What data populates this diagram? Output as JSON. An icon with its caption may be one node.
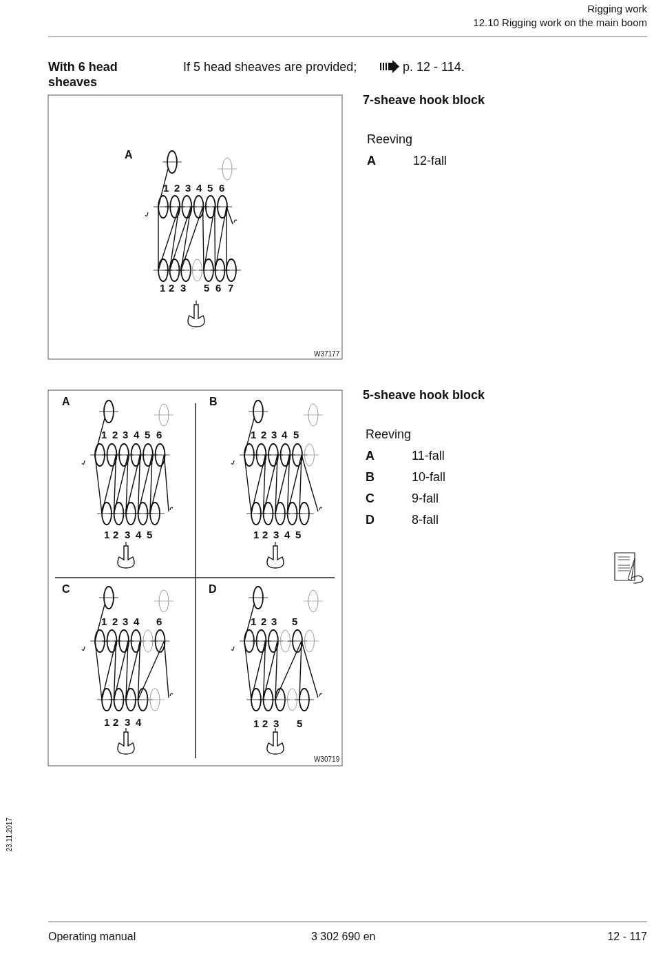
{
  "diagram": {
    "labels": [
      "Rigging work",
      "12.10 Rigging work on the main boom",
      "With 6 head sheaves",
      "If 5 head sheaves are provided;",
      "p. 12 - 114.",
      "7-sheave hook block",
      "Reeving",
      "A",
      "12-fall",
      "A",
      "1",
      "2",
      "3",
      "4",
      "5",
      "6",
      "1",
      "2",
      "3",
      "5",
      "6",
      "7",
      "W37177",
      "5-sheave hook block",
      "Reeving",
      "A",
      "11-fall",
      "B",
      "10-fall",
      "C",
      "9-fall",
      "D",
      "8-fall",
      "A",
      "1",
      "2",
      "3",
      "4",
      "5",
      "6",
      "1",
      "2",
      "3",
      "4",
      "5",
      "B",
      "1",
      "2",
      "3",
      "4",
      "5",
      "1",
      "2",
      "3",
      "4",
      "5",
      "C",
      "1",
      "2",
      "3",
      "4",
      "6",
      "1",
      "2",
      "3",
      "4",
      "D",
      "1",
      "2",
      "3",
      "5",
      "1",
      "2",
      "3",
      "5",
      "W30719",
      "23.11.2017",
      "Operating manual",
      "3 302 690 en",
      "12 - 117"
    ]
  }
}
